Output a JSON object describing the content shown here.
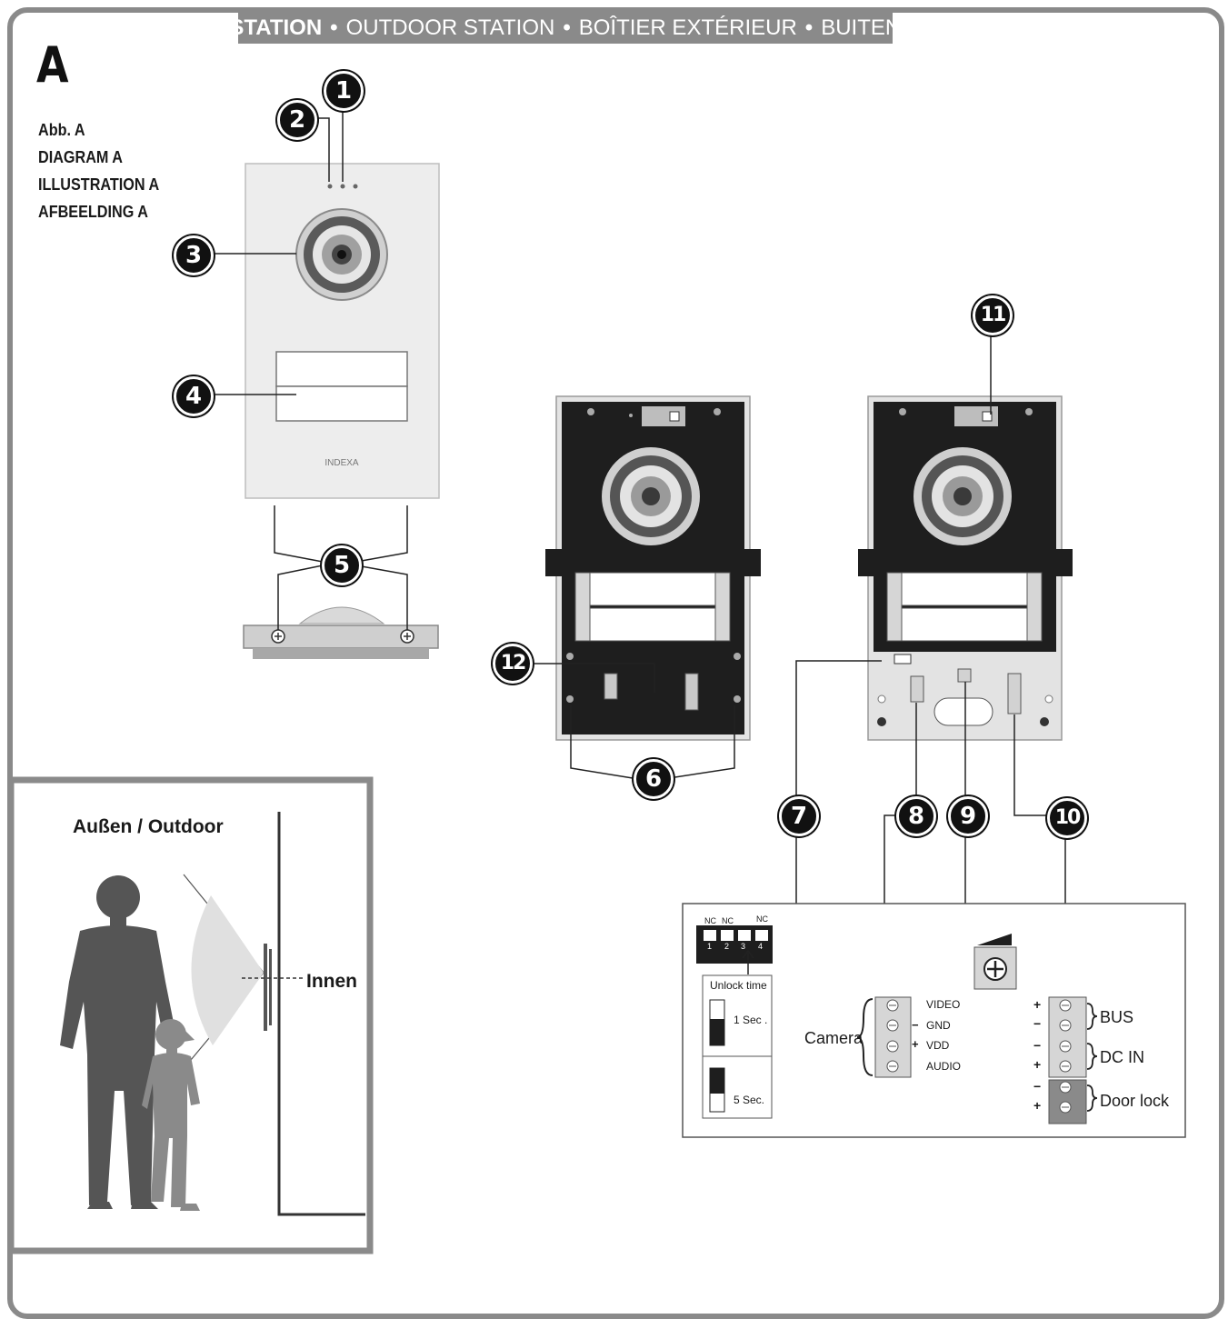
{
  "header": {
    "banner_primary": "AUSSENSTATION",
    "sep": "•",
    "banner_en": "OUTDOOR STATION",
    "banner_fr": "BOÎTIER EXTÉRIEUR",
    "banner_nl": "BUITENSTATION"
  },
  "section_letter": "A",
  "figure_titles": [
    "Abb. A",
    "DIAGRAM A",
    "ILLUSTRATION A",
    "AFBEELDING A"
  ],
  "callouts": [
    "1",
    "2",
    "3",
    "4",
    "5",
    "6",
    "7",
    "8",
    "9",
    "10",
    "11",
    "12"
  ],
  "brand_mark": "INDEXA",
  "scene": {
    "outdoor_label": "Außen / Outdoor",
    "indoor_label": "Innen"
  },
  "wiring": {
    "dip_top": [
      "NC",
      "NC",
      "NC"
    ],
    "dip_numbers": [
      "1",
      "2",
      "3",
      "4"
    ],
    "unlock_time_label": "Unlock time",
    "unlock_1": "1 Sec .",
    "unlock_5": "5 Sec.",
    "camera_label": "Camera",
    "camera_pins": [
      "VIDEO",
      "GND",
      "VDD",
      "AUDIO"
    ],
    "terminal_labels": [
      "BUS",
      "DC IN",
      "Door lock"
    ],
    "signs": {
      "plus": "+",
      "minus": "−"
    }
  },
  "colors": {
    "frame": "#8a8a8a",
    "panel_dark": "#1e1e1e",
    "silhouette_adult": "#555555",
    "silhouette_child": "#8a8a8a"
  }
}
